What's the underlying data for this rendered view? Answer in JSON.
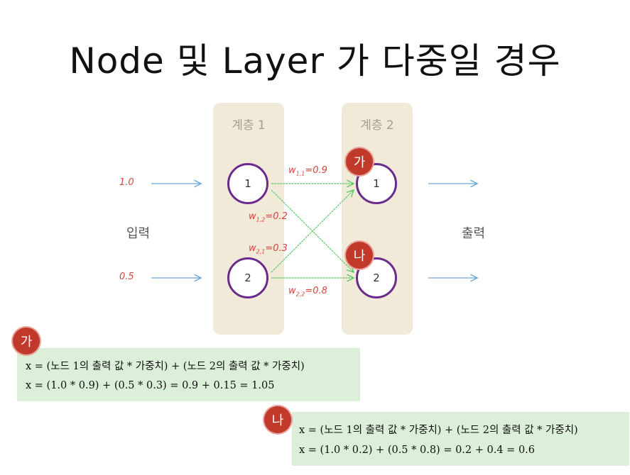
{
  "title": "Node 및 Layer 가 다중일 경우",
  "layers": [
    {
      "label": "계층 1",
      "nodes": [
        "1",
        "2"
      ]
    },
    {
      "label": "계층 2",
      "nodes": [
        "1",
        "2"
      ]
    }
  ],
  "inputs": {
    "label": "입력",
    "values": [
      "1.0",
      "0.5"
    ]
  },
  "output": {
    "label": "출력"
  },
  "weights": [
    {
      "symbol": "w",
      "sub": "1,1",
      "value": "=0.9"
    },
    {
      "symbol": "w",
      "sub": "1,2",
      "value": "=0.2"
    },
    {
      "symbol": "w",
      "sub": "2,1",
      "value": "=0.3"
    },
    {
      "symbol": "w",
      "sub": "2,2",
      "value": "=0.8"
    }
  ],
  "badges": {
    "ga": "가",
    "na": "나"
  },
  "formulas": {
    "ga": {
      "line1": "x = (노드 1의 출력 값 * 가중치) + (노드 2의 출력 값 * 가중치)",
      "line2": "x = (1.0 * 0.9) + (0.5 * 0.3) = 0.9 + 0.15 = 1.05"
    },
    "na": {
      "line1": "x = (노드 1의 출력 값 * 가중치) + (노드 2의 출력 값 * 가중치)",
      "line2": "x = (1.0 * 0.2) + (0.5 * 0.8) = 0.2 + 0.4 = 0.6"
    }
  },
  "colors": {
    "node_border": "#6b2b8c",
    "weight_text": "#d4443e",
    "connection": "#5cc96b",
    "input_arrow": "#6aa7d8",
    "badge": "#c0392b",
    "layer_bg": "#f1ead8",
    "formula_bg": "#dcefd9"
  }
}
